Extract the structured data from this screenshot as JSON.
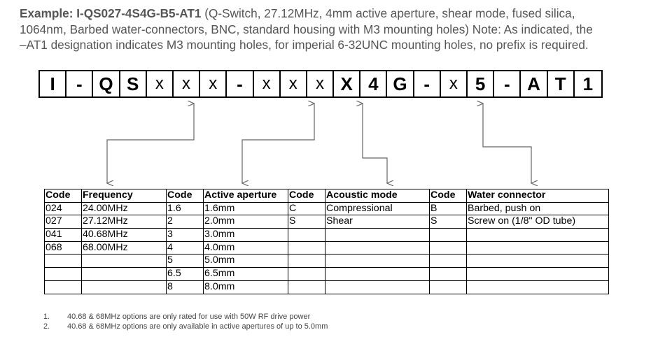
{
  "intro": {
    "bold": "Example: I-QS027-4S4G-B5-AT1",
    "line1_rest": " (Q-Switch, 27.12MHz, 4mm active aperture, shear mode, fused silica,",
    "line2": "1064nm, Barbed water-connectors, BNC, standard housing with M3 mounting holes) Note: As indicated, the",
    "line3": "–AT1 designation indicates M3 mounting holes, for imperial 6-32UNC mounting holes, no prefix is required."
  },
  "code_cells": [
    "I",
    "-",
    "Q",
    "S",
    "x",
    "x",
    "x",
    "-",
    "x",
    "x",
    "x",
    "X",
    "4",
    "G",
    "-",
    "x",
    "5",
    "-",
    "A",
    "T",
    "1"
  ],
  "code_var": [
    false,
    false,
    false,
    false,
    true,
    true,
    true,
    false,
    true,
    true,
    true,
    false,
    false,
    false,
    false,
    true,
    false,
    false,
    false,
    false,
    false
  ],
  "tables": {
    "frequency": {
      "headers": [
        "Code",
        "Frequency"
      ],
      "rows": [
        [
          "024",
          "24.00MHz"
        ],
        [
          "027",
          "27.12MHz"
        ],
        [
          "041",
          "40.68MHz"
        ],
        [
          "068",
          "68.00MHz"
        ],
        [
          "",
          ""
        ],
        [
          "",
          ""
        ],
        [
          "",
          ""
        ]
      ]
    },
    "aperture": {
      "headers": [
        "Code",
        "Active aperture"
      ],
      "rows": [
        [
          "1.6",
          "1.6mm"
        ],
        [
          "2",
          "2.0mm"
        ],
        [
          "3",
          "3.0mm"
        ],
        [
          "4",
          "4.0mm"
        ],
        [
          "5",
          "5.0mm"
        ],
        [
          "6.5",
          "6.5mm"
        ],
        [
          "8",
          "8.0mm"
        ]
      ]
    },
    "acoustic": {
      "headers": [
        "Code",
        "Acoustic mode"
      ],
      "rows": [
        [
          "C",
          "Compressional"
        ],
        [
          "S",
          "Shear"
        ],
        [
          "",
          ""
        ],
        [
          "",
          ""
        ],
        [
          "",
          ""
        ],
        [
          "",
          ""
        ],
        [
          "",
          ""
        ]
      ]
    },
    "water": {
      "headers": [
        "Code",
        "Water connector"
      ],
      "rows": [
        [
          "B",
          "Barbed, push on"
        ],
        [
          "S",
          "Screw on (1/8\" OD tube)"
        ],
        [
          "",
          ""
        ],
        [
          "",
          ""
        ],
        [
          "",
          ""
        ],
        [
          "",
          ""
        ],
        [
          "",
          ""
        ]
      ]
    }
  },
  "notes": [
    {
      "num": "1.",
      "text": "40.68 & 68MHz options are only rated for use with 50W RF drive power"
    },
    {
      "num": "2.",
      "text": "40.68 & 68MHz options are only available in active apertures of up to 5.0mm"
    }
  ]
}
